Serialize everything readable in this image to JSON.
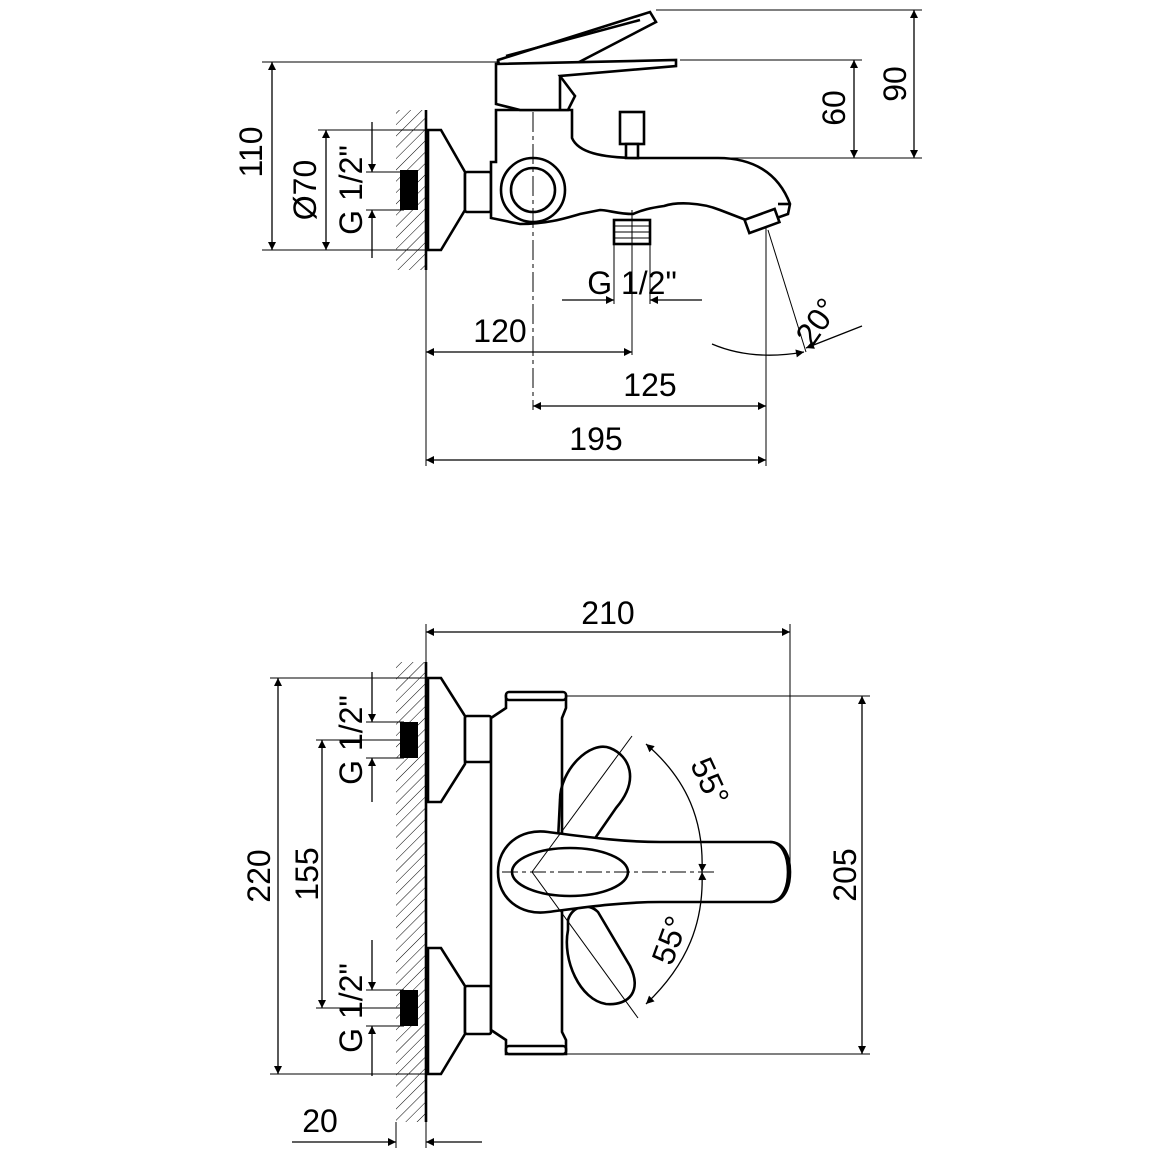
{
  "colors": {
    "line": "#000000",
    "background": "#ffffff"
  },
  "side_view": {
    "dim_110": "110",
    "dim_diameter": "Ø70",
    "dim_thread_inlet": "G 1/2\"",
    "dim_thread_outlet": "G 1/2\"",
    "dim_60": "60",
    "dim_90": "90",
    "dim_120": "120",
    "dim_125": "125",
    "dim_195": "195",
    "dim_angle": "20°"
  },
  "top_view": {
    "dim_210": "210",
    "dim_220": "220",
    "dim_155": "155",
    "dim_205": "205",
    "dim_20": "20",
    "dim_thread_upper": "G 1/2\"",
    "dim_thread_lower": "G 1/2\"",
    "dim_angle_upper": "55°",
    "dim_angle_lower": "55°"
  }
}
